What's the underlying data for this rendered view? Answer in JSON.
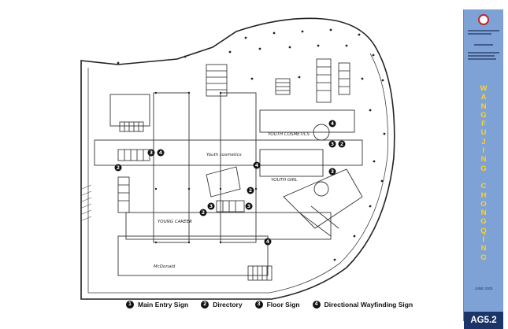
{
  "sheet": {
    "project_name": "WANGFUJING CHONGQING",
    "date": "JUNE 2003",
    "sheet_number": "AG5.2",
    "accent_color": "#ffd21f",
    "panel_color": "#7fa2d6"
  },
  "plan_labels": {
    "youth_cosmetics_top": "YOUTH COSMETICS",
    "youth_cosmetics": "Youth cosmetics",
    "youth_girl": "YOUTH GIRL",
    "young_career": "YOUNG CAREER",
    "mcdonald": "McDonald"
  },
  "legend": [
    {
      "num": "1",
      "label": "Main Entry Sign"
    },
    {
      "num": "2",
      "label": "Directory"
    },
    {
      "num": "3",
      "label": "Floor Sign"
    },
    {
      "num": "4",
      "label": "Directional Wayfinding Sign"
    }
  ],
  "markers": [
    {
      "num": "4"
    },
    {
      "num": "3"
    },
    {
      "num": "2"
    },
    {
      "num": "3"
    },
    {
      "num": "3"
    },
    {
      "num": "4"
    },
    {
      "num": "2"
    },
    {
      "num": "4"
    },
    {
      "num": "2"
    },
    {
      "num": "3"
    },
    {
      "num": "2"
    },
    {
      "num": "3"
    },
    {
      "num": "4"
    }
  ]
}
